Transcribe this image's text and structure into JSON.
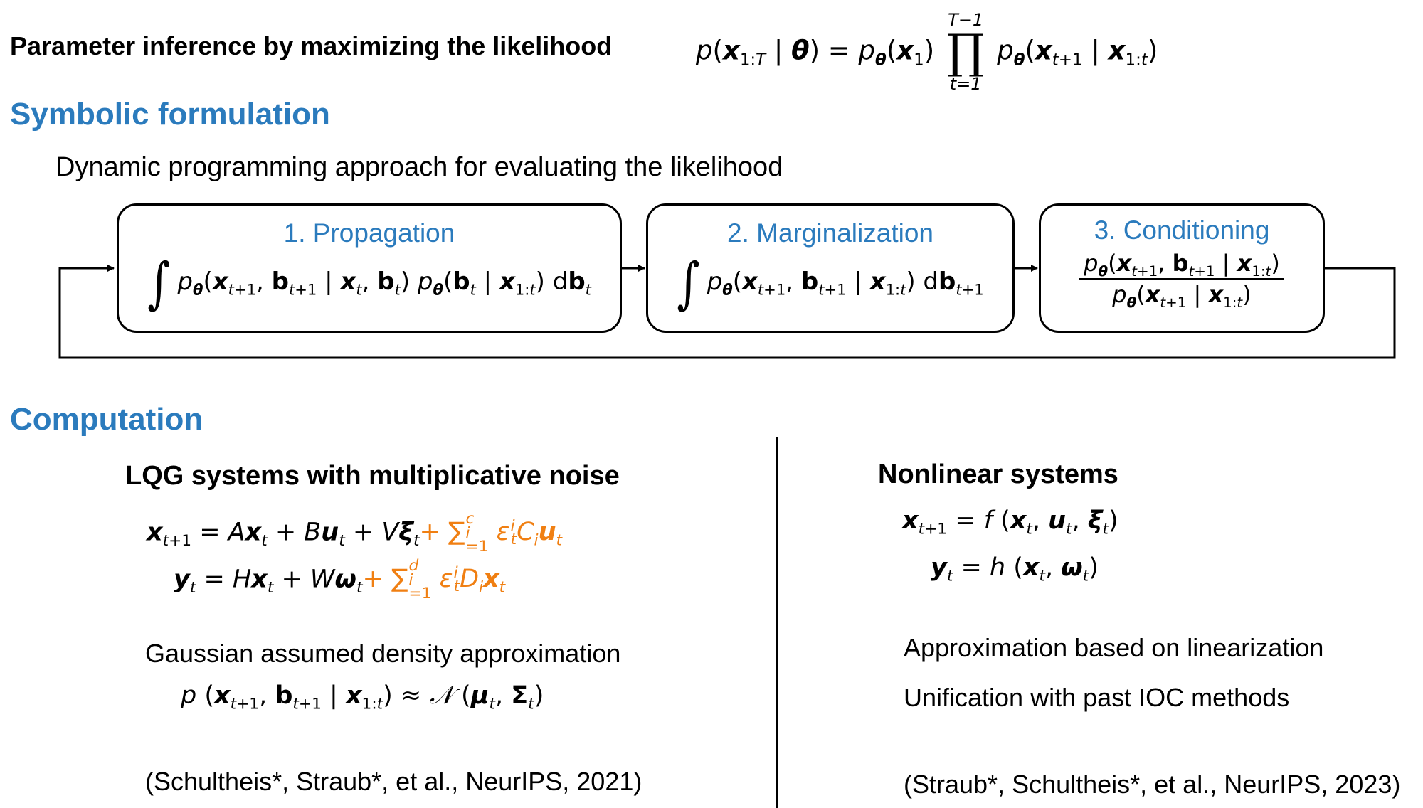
{
  "header": {
    "title": "Parameter inference by maximizing the likelihood",
    "likelihood_formula": "p(x_{1:T} | θ) = p_θ(x_1) ∏_{t=1}^{T−1} p_θ(x_{t+1} | x_{1:t})",
    "prod_upper": "T−1",
    "prod_lower": "t=1"
  },
  "symbolic": {
    "heading": "Symbolic formulation",
    "subtitle": "Dynamic programming approach for evaluating the likelihood",
    "steps": [
      {
        "label": "1. Propagation",
        "formula": "∫ p_θ(x_{t+1}, b_{t+1} | x_t, b_t) p_θ(b_t | x_{1:t}) db_t"
      },
      {
        "label": "2. Marginalization",
        "formula": "∫ p_θ(x_{t+1}, b_{t+1} | x_{1:t}) db_{t+1}"
      },
      {
        "label": "3. Conditioning",
        "formula": "p_θ(x_{t+1}, b_{t+1} | x_{1:t}) / p_θ(x_{t+1} | x_{1:t})"
      }
    ]
  },
  "computation": {
    "heading": "Computation",
    "left": {
      "heading": "LQG systems with multiplicative noise",
      "eq1": "x_{t+1} = A x_t + B u_t + V ξ_t + Σ_{i=1}^{c} ε_t^i C_i u_t",
      "eq2": "y_t = H x_t + W ω_t + Σ_{i=1}^{d} ε_t^i D_i x_t",
      "approx_label": "Gaussian assumed density approximation",
      "approx_formula": "p(x_{t+1}, b_{t+1} | x_{1:t}) ≈ N(μ_t, Σ_t)",
      "citation": "(Schultheis*, Straub*, et al., NeurIPS, 2021)"
    },
    "right": {
      "heading": "Nonlinear systems",
      "eq1": "x_{t+1} = f(x_t, u_t, ξ_t)",
      "eq2": "y_t = h(x_t, ω_t)",
      "bullets": [
        "Approximation based on linearization",
        "Unification with past IOC methods"
      ],
      "citation": "(Straub*, Schultheis*, et al., NeurIPS, 2023)"
    }
  },
  "colors": {
    "heading_blue": "#2b7bbd",
    "highlight_orange": "#f07f12",
    "text": "#000000"
  }
}
